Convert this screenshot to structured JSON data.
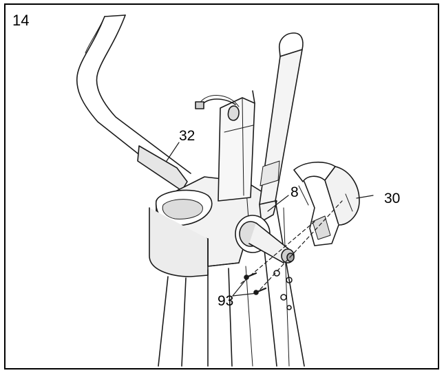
{
  "step_number": "14",
  "callouts": {
    "part_32": "32",
    "part_8": "8",
    "part_30": "30",
    "part_93": "93"
  },
  "colors": {
    "line": "#1a1a1a",
    "fill": "#f2f2f2",
    "shade": "#cfcfcf",
    "dark_shade": "#a8a8a8"
  }
}
